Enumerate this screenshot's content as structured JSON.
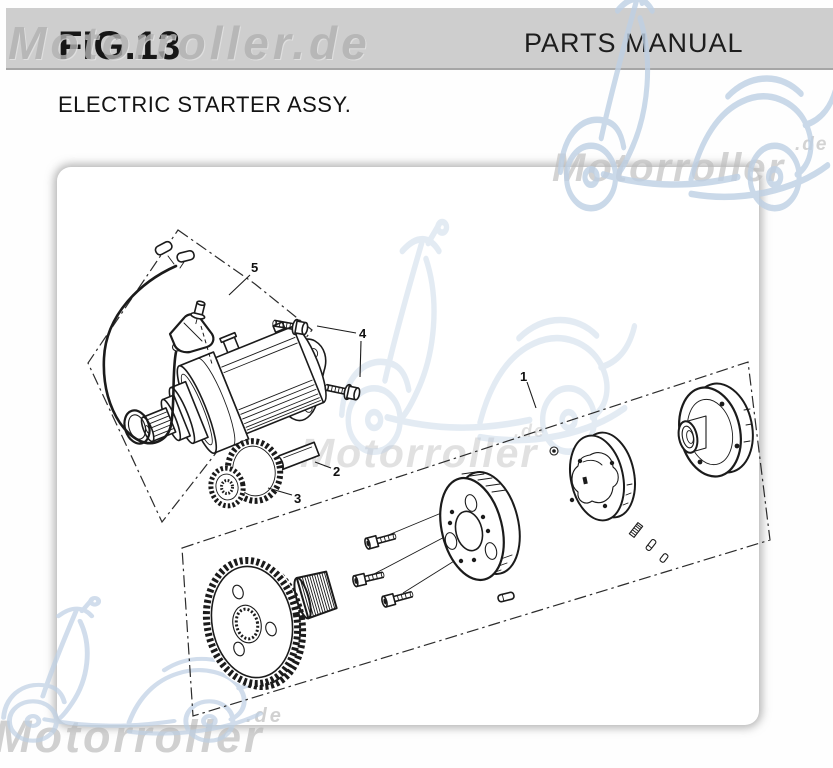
{
  "header": {
    "figure_label": "FIG.13",
    "manual_label": "PARTS MANUAL",
    "page_title": "ELECTRIC STARTER ASSY."
  },
  "watermark": {
    "full": "Motorroller.de",
    "brand": "Motorroller",
    "suffix": ".de"
  },
  "diagram": {
    "callouts": {
      "c1": "1",
      "c2": "2",
      "c3": "3",
      "c4": "4",
      "c5": "5"
    }
  },
  "colors": {
    "band_gray": "#cecece",
    "band_edge": "#a6a6a6",
    "watermark_gray": "#b5b5b5",
    "scooter_blue": "#bed0e4",
    "ink": "#1b1b1b"
  }
}
